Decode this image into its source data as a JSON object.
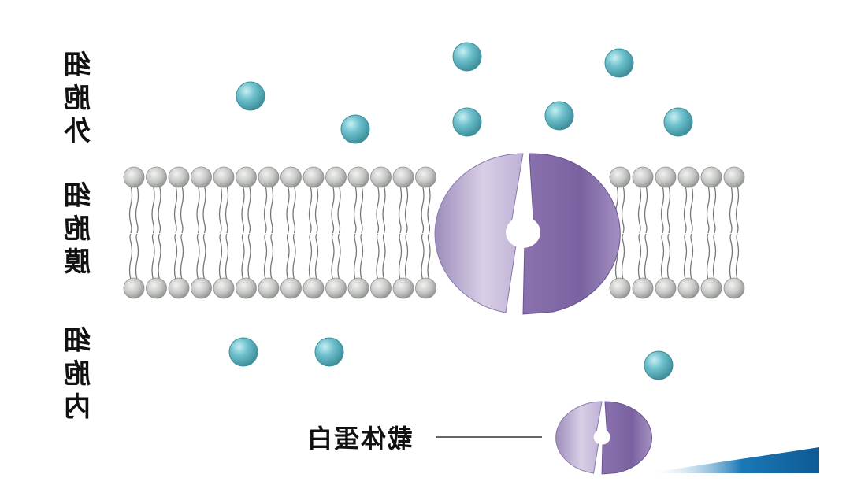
{
  "labels": {
    "outside": "细胞外",
    "membrane": "细胞膜",
    "inside": "细胞内",
    "carrier": "载体蛋白"
  },
  "colors": {
    "solute": "#6cc0cc",
    "solute_edge": "#3f8f9b",
    "head": "#c7c9c6",
    "head_edge": "#8d908d",
    "tail": "#777777",
    "protein_light": "#cbbfdc",
    "protein_dark": "#7f67a4",
    "accent_bar": "#1b78b6"
  },
  "icons": {
    "solute": "solute-molecule-icon",
    "lipid": "phospholipid-icon",
    "protein": "carrier-protein-icon"
  }
}
